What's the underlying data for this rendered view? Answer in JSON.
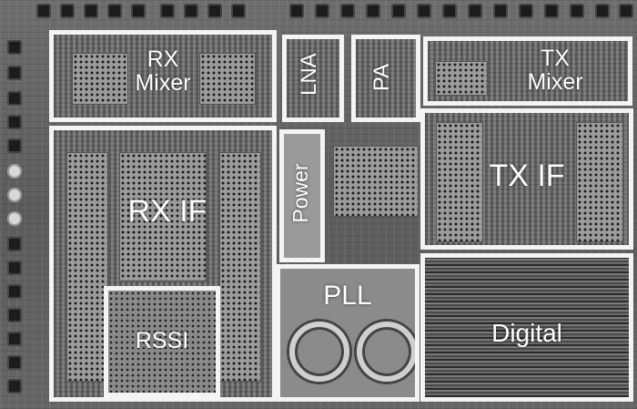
{
  "blocks": {
    "rx_mixer": "RX\nMixer",
    "lna": "LNA",
    "pa": "PA",
    "tx_mixer": "TX\nMixer",
    "rx_if": "RX IF",
    "power": "Power",
    "tx_if": "TX IF",
    "pll": "PLL",
    "rssi": "RSSI",
    "digital": "Digital"
  },
  "colors": {
    "outline": "#f4f4f4",
    "label": "#ffffff",
    "die": "#666666"
  }
}
